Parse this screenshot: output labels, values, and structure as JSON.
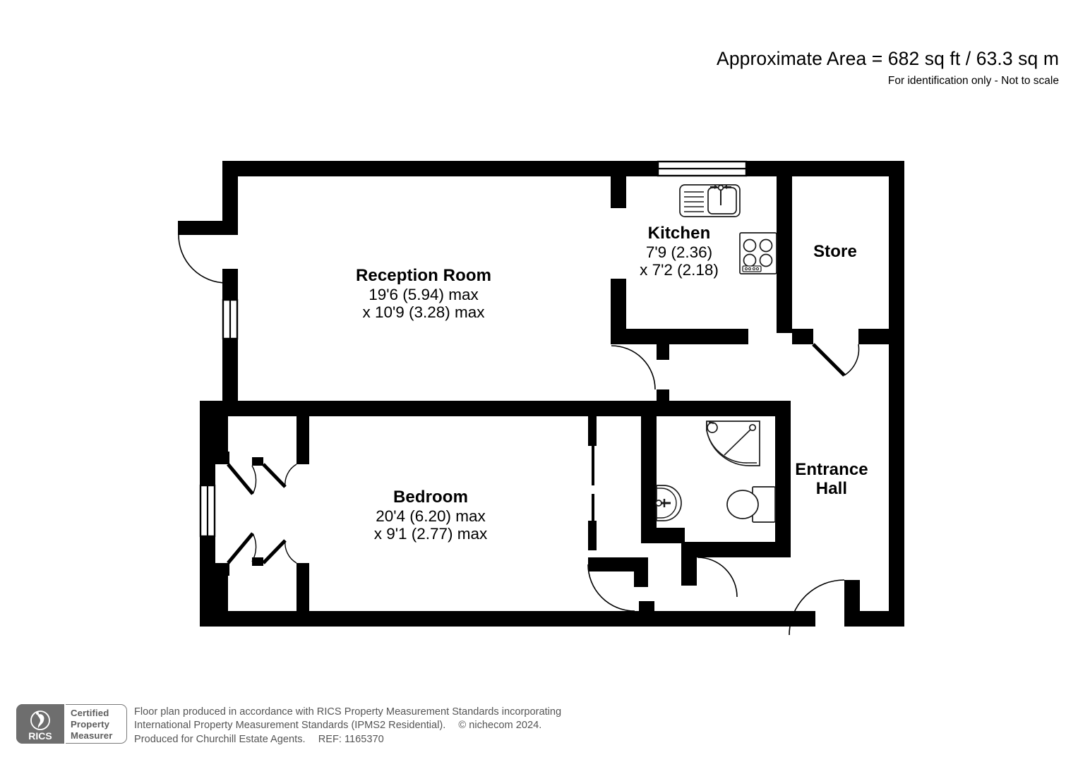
{
  "header": {
    "area_title": "Approximate Area = 682 sq ft / 63.3 sq m",
    "area_subtitle": "For identification only - Not to scale"
  },
  "rooms": {
    "reception": {
      "name": "Reception Room",
      "dim_line1": "19'6 (5.94) max",
      "dim_line2": "x 10'9 (3.28) max"
    },
    "kitchen": {
      "name": "Kitchen",
      "dim_line1": "7'9 (2.36)",
      "dim_line2": "x 7'2 (2.18)"
    },
    "store": {
      "name": "Store",
      "dim_line1": "",
      "dim_line2": ""
    },
    "bedroom": {
      "name": "Bedroom",
      "dim_line1": "20'4 (6.20) max",
      "dim_line2": "x 9'1 (2.77) max"
    },
    "entrance_hall": {
      "name_line1": "Entrance",
      "name_line2": "Hall"
    }
  },
  "fixtures": {
    "kitchen_sink": "sink-icon",
    "kitchen_hob": "hob-icon",
    "shower": "shower-quadrant-icon",
    "basin": "wash-basin-icon",
    "wc": "toilet-icon",
    "windows": [
      "reception-left-window",
      "bedroom-left-window",
      "kitchen-top-window"
    ],
    "doors": [
      "reception-entry-door",
      "reception-to-hall-door",
      "store-door",
      "bathroom-door",
      "bedroom-door",
      "front-door",
      "bedroom-wardrobe-doors-upper",
      "bedroom-wardrobe-doors-lower"
    ]
  },
  "footer": {
    "badge": {
      "brand": "RICS",
      "line1": "Certified",
      "line2": "Property",
      "line3": "Measurer"
    },
    "legal_line1": "Floor plan produced in accordance with RICS Property Measurement Standards incorporating",
    "legal_line2a": "International Property Measurement Standards (IPMS2 Residential).",
    "legal_line2b": "© nichecom 2024.",
    "legal_line3a": "Produced for Churchill Estate Agents.",
    "legal_line3b": "REF: 1165370"
  },
  "colors": {
    "wall": "#000000",
    "background": "#ffffff",
    "text": "#000000",
    "footer_text": "#555555",
    "badge_grey": "#6e6e6e",
    "fixture_outline": "#1a1a1a"
  }
}
